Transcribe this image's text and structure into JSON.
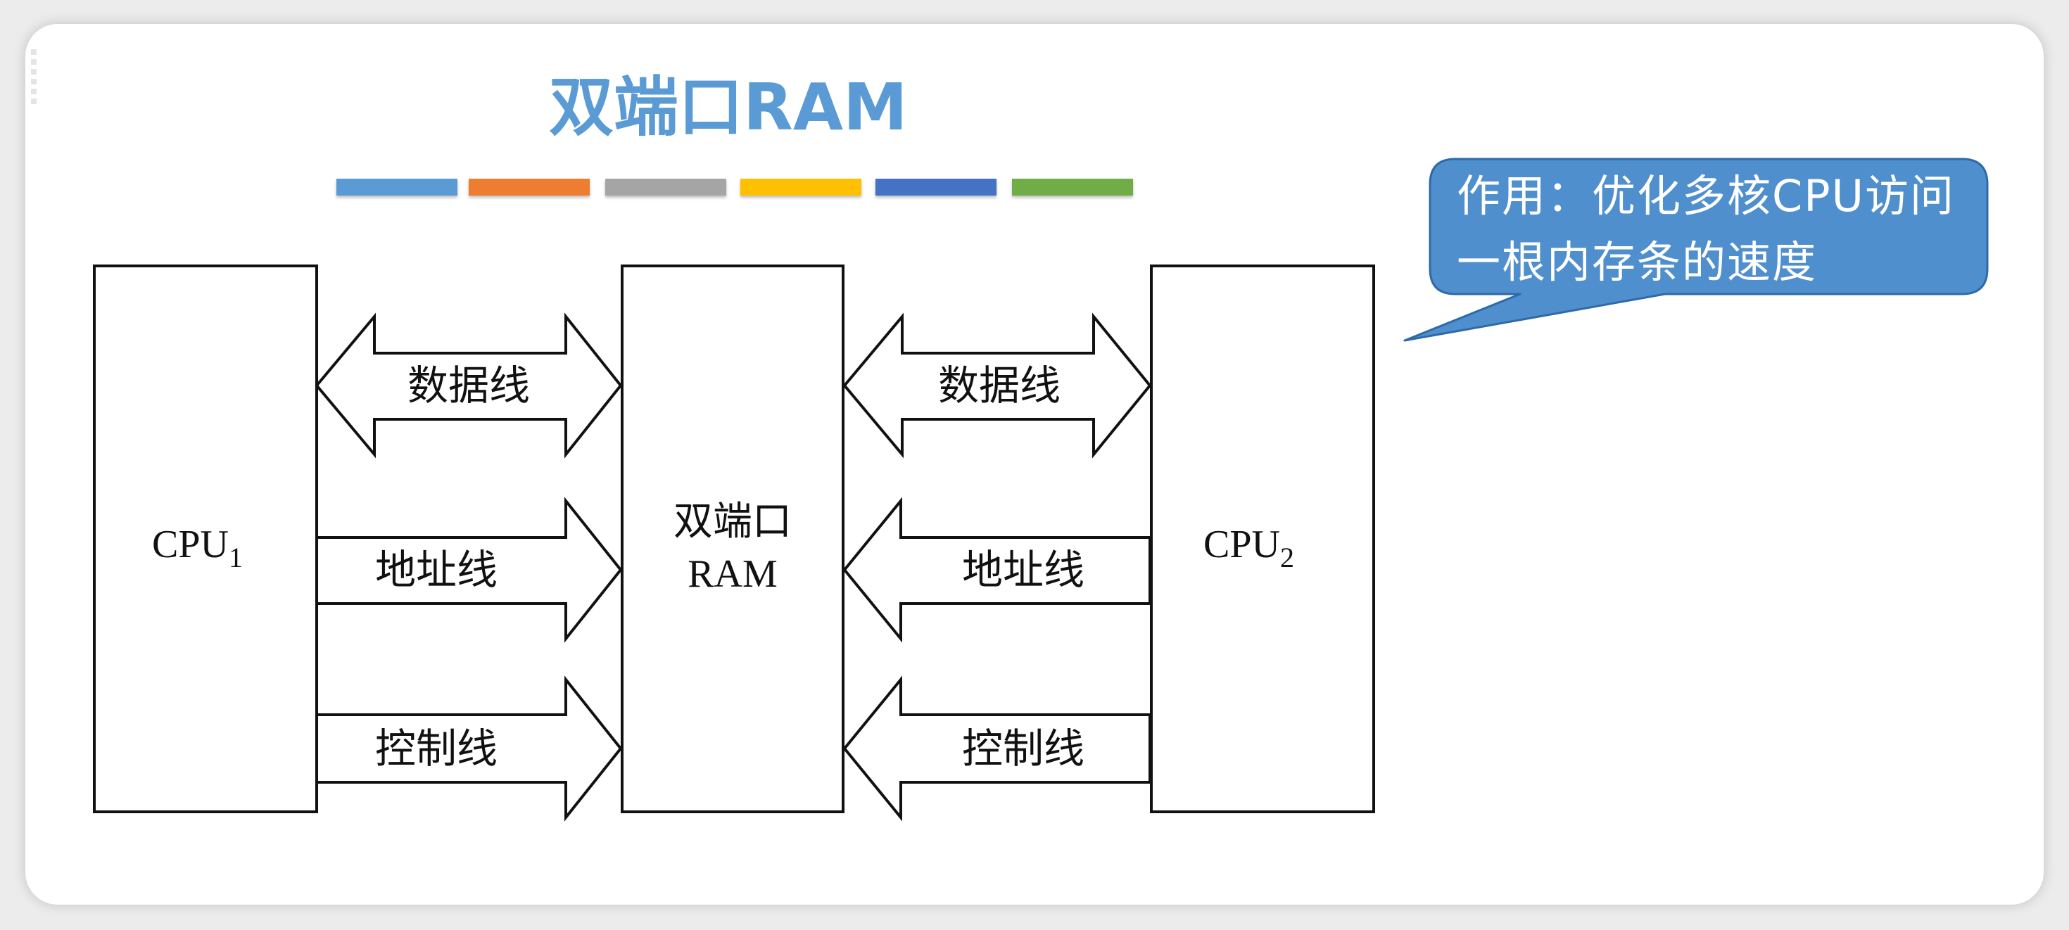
{
  "slide": {
    "title": "双端口RAM",
    "color_strip": [
      "#5b9bd5",
      "#ed7d31",
      "#a5a5a5",
      "#ffc000",
      "#4472c4",
      "#70ad47"
    ]
  },
  "diagram": {
    "cpu1": {
      "label": "CPU",
      "sub": "1"
    },
    "ram": {
      "line1": "双端口",
      "line2": "RAM"
    },
    "cpu2": {
      "label": "CPU",
      "sub": "2"
    },
    "left_buses": {
      "data": "数据线",
      "address": "地址线",
      "control": "控制线"
    },
    "right_buses": {
      "data": "数据线",
      "address": "地址线",
      "control": "控制线"
    }
  },
  "callout": {
    "text": "作用：优化多核CPU访问一根内存条的速度",
    "fill": "#4f8fcd",
    "border": "#2e6aa8"
  }
}
